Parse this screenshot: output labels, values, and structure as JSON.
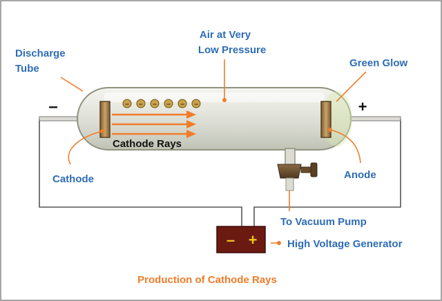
{
  "labels": {
    "discharge_tube_line1": "Discharge",
    "discharge_tube_line2": "Tube",
    "air_line1": "Air at Very",
    "air_line2": "Low Pressure",
    "green_glow": "Green Glow",
    "cathode_rays": "Cathode Rays",
    "cathode": "Cathode",
    "anode": "Anode",
    "to_vacuum_pump": "To Vacuum Pump",
    "high_voltage_generator": "High Voltage Generator",
    "caption": "Production of Cathode Rays",
    "minus_sign": "–",
    "plus_sign": "+",
    "battery_minus": "–",
    "battery_plus": "+",
    "particle_sign": "–"
  },
  "colors": {
    "label_blue": "#2e6cb5",
    "callout_orange": "#f07c2a",
    "caption_orange": "#f07c2a",
    "frame_gray": "#555555",
    "battery_fill": "#6b1a12",
    "battery_sign": "#f2c41c",
    "electrode_fill": "#b8945c"
  }
}
